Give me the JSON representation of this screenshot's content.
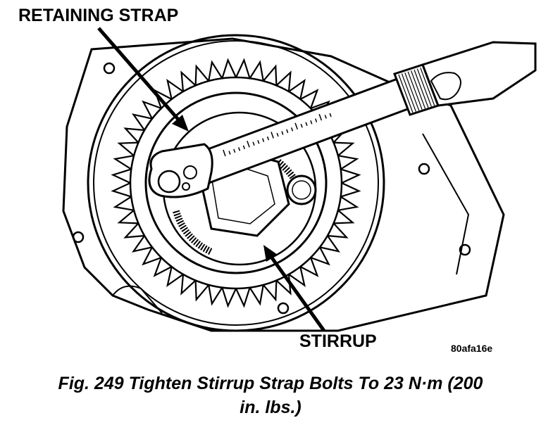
{
  "labels": {
    "retaining_strap": "RETAINING STRAP",
    "stirrup": "STIRRUP",
    "figure_code": "80afa16e"
  },
  "caption": {
    "line1": "Fig. 249 Tighten Stirrup Strap Bolts To 23 N·m (200",
    "line2": "in. lbs.)"
  },
  "colors": {
    "ink": "#000000",
    "paper": "#ffffff"
  }
}
